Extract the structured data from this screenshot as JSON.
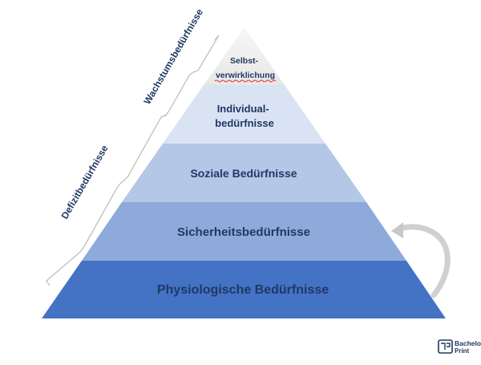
{
  "pyramid": {
    "levels": [
      {
        "label_lines": [
          "Physiologische Bedürfnisse"
        ],
        "fill": "#4472c4",
        "text_color": "#203864"
      },
      {
        "label_lines": [
          "Sicherheitsbedürfnisse"
        ],
        "fill": "#8eaadb",
        "text_color": "#203864"
      },
      {
        "label_lines": [
          "Soziale Bedürfnisse"
        ],
        "fill": "#b4c7e7",
        "text_color": "#203864"
      },
      {
        "label_lines": [
          "Individual-",
          "bedürfnisse"
        ],
        "fill": "#dae3f3",
        "text_color": "#203864"
      },
      {
        "label_lines": [
          "Selbst-",
          "verwirklichung"
        ],
        "fill": "#f2f2f2",
        "text_color": "#203864"
      }
    ]
  },
  "brackets": {
    "growth_label": "Wachstumsbedürfnisse",
    "deficit_label": "Defizitbedürfnisse",
    "bracket_color": "#bfbfbf",
    "label_color": "#203864"
  },
  "arrow": {
    "color": "#bfbfbf",
    "icon": "curved-arrow-icon"
  },
  "logo": {
    "line1": "Bachelor",
    "line2": "Print",
    "color": "#203864"
  }
}
